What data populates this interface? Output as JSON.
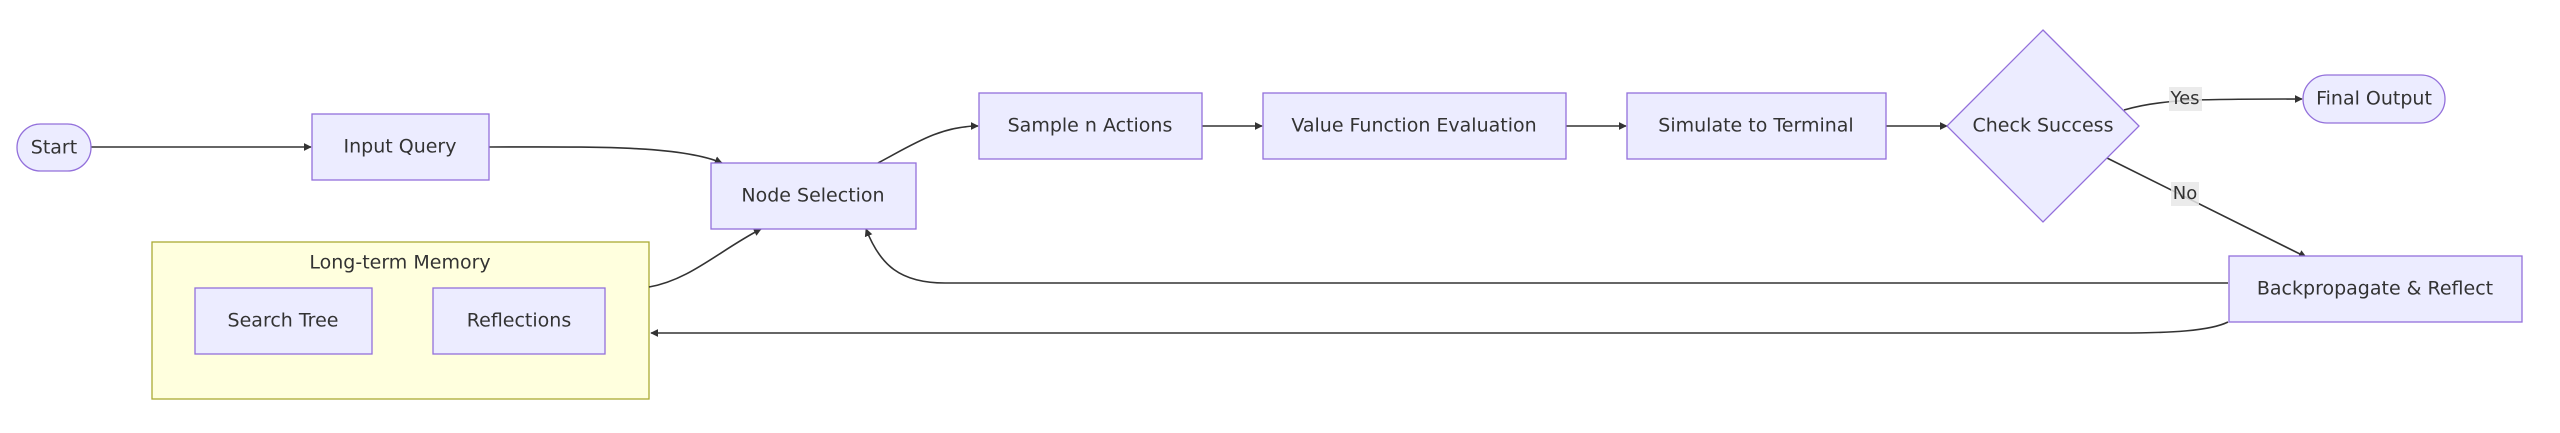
{
  "diagram": {
    "colors": {
      "node_fill": "#ECECFF",
      "node_stroke": "#9370DB",
      "group_fill": "#FFFFDE",
      "group_stroke": "#AAAA33",
      "edge": "#333333",
      "text": "#333333"
    },
    "nodes": {
      "start": "Start",
      "input_query": "Input Query",
      "node_selection": "Node Selection",
      "sample_actions": "Sample n Actions",
      "value_function": "Value Function Evaluation",
      "simulate": "Simulate to Terminal",
      "check_success": "Check Success",
      "final_output": "Final Output",
      "backpropagate": "Backpropagate & Reflect",
      "search_tree": "Search Tree",
      "reflections": "Reflections"
    },
    "groups": {
      "long_term_memory": "Long-term Memory"
    },
    "edges": [
      {
        "from": "Start",
        "to": "Input Query"
      },
      {
        "from": "Input Query",
        "to": "Node Selection"
      },
      {
        "from": "Node Selection",
        "to": "Sample n Actions"
      },
      {
        "from": "Sample n Actions",
        "to": "Value Function Evaluation"
      },
      {
        "from": "Value Function Evaluation",
        "to": "Simulate to Terminal"
      },
      {
        "from": "Simulate to Terminal",
        "to": "Check Success"
      },
      {
        "from": "Check Success",
        "to": "Final Output",
        "label": "Yes"
      },
      {
        "from": "Check Success",
        "to": "Backpropagate & Reflect",
        "label": "No"
      },
      {
        "from": "Backpropagate & Reflect",
        "to": "Node Selection"
      },
      {
        "from": "Backpropagate & Reflect",
        "to": "Long-term Memory"
      },
      {
        "from": "Long-term Memory",
        "to": "Node Selection"
      }
    ],
    "edge_labels": {
      "yes": "Yes",
      "no": "No"
    }
  }
}
